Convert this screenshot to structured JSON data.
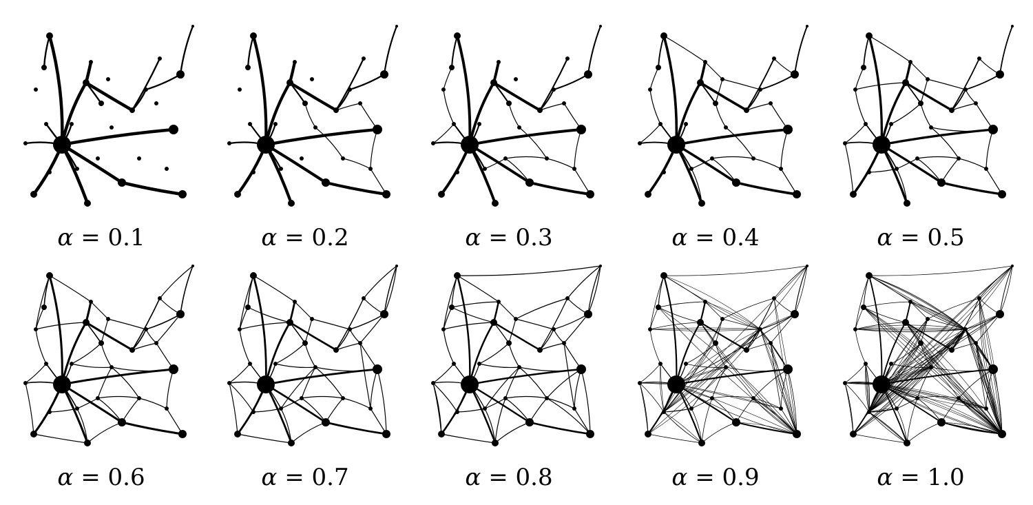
{
  "figure": {
    "panels": [
      {
        "symbol": "α",
        "value": "= 0.1"
      },
      {
        "symbol": "α",
        "value": "= 0.2"
      },
      {
        "symbol": "α",
        "value": "= 0.3"
      },
      {
        "symbol": "α",
        "value": "= 0.4"
      },
      {
        "symbol": "α",
        "value": "= 0.5"
      },
      {
        "symbol": "α",
        "value": "= 0.6"
      },
      {
        "symbol": "α",
        "value": "= 0.7"
      },
      {
        "symbol": "α",
        "value": "= 0.8"
      },
      {
        "symbol": "α",
        "value": "= 0.9"
      },
      {
        "symbol": "α",
        "value": "= 1.0"
      }
    ]
  }
}
